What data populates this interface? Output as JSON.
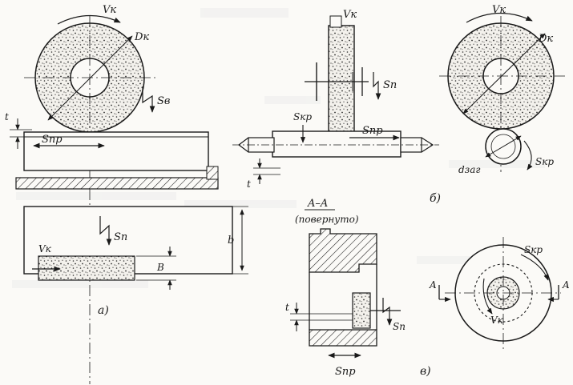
{
  "figure": {
    "labels": {
      "vk": "Vк",
      "dk": "Dк",
      "sv": "Sв",
      "t": "t",
      "spr": "Sпр",
      "sn": "Sп",
      "skr": "Sкр",
      "dzag": "dзаг",
      "b": "b",
      "b_cap": "B",
      "section": "A–A",
      "rotated": "(повернуто)",
      "A": "A"
    },
    "panel_labels": {
      "a": "а)",
      "b": "б)",
      "v": "в)"
    },
    "colors": {
      "ink": "#1a1a1a",
      "grain": "#2b2b2b",
      "paper": "#fbfaf7",
      "ghost_text": "#cfcfcf"
    }
  }
}
